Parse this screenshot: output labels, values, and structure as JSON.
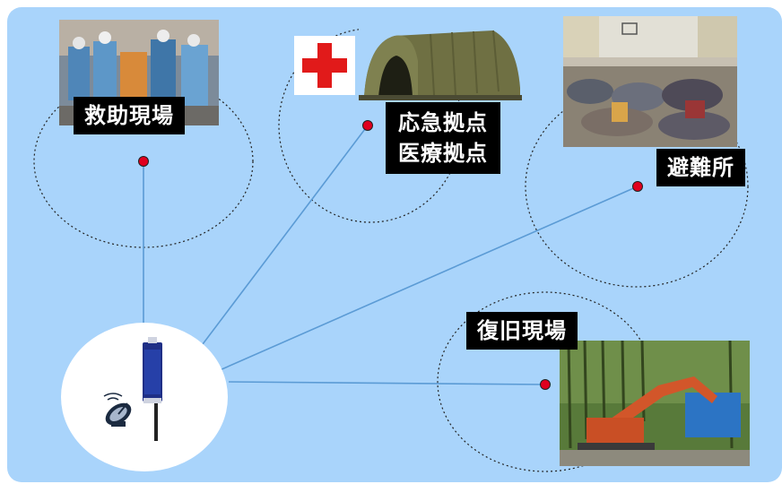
{
  "nodes": {
    "rescue": {
      "label": "救助現場",
      "image": "rescue-workers-photo"
    },
    "medical": {
      "line1": "応急拠点",
      "line2": "医療拠点",
      "image": "field-tent-photo",
      "cross_color": "#e11a1a"
    },
    "shelter": {
      "label": "避難所",
      "image": "evacuation-gymnasium-photo"
    },
    "restoration": {
      "label": "復旧現場",
      "image": "excavator-site-photo"
    }
  },
  "hub": {
    "device": "base-station-device",
    "icon": "satellite-dish-icon"
  },
  "colors": {
    "background": "#a9d4fb",
    "link": "#5b9bd5",
    "dot": "#e0001e"
  }
}
